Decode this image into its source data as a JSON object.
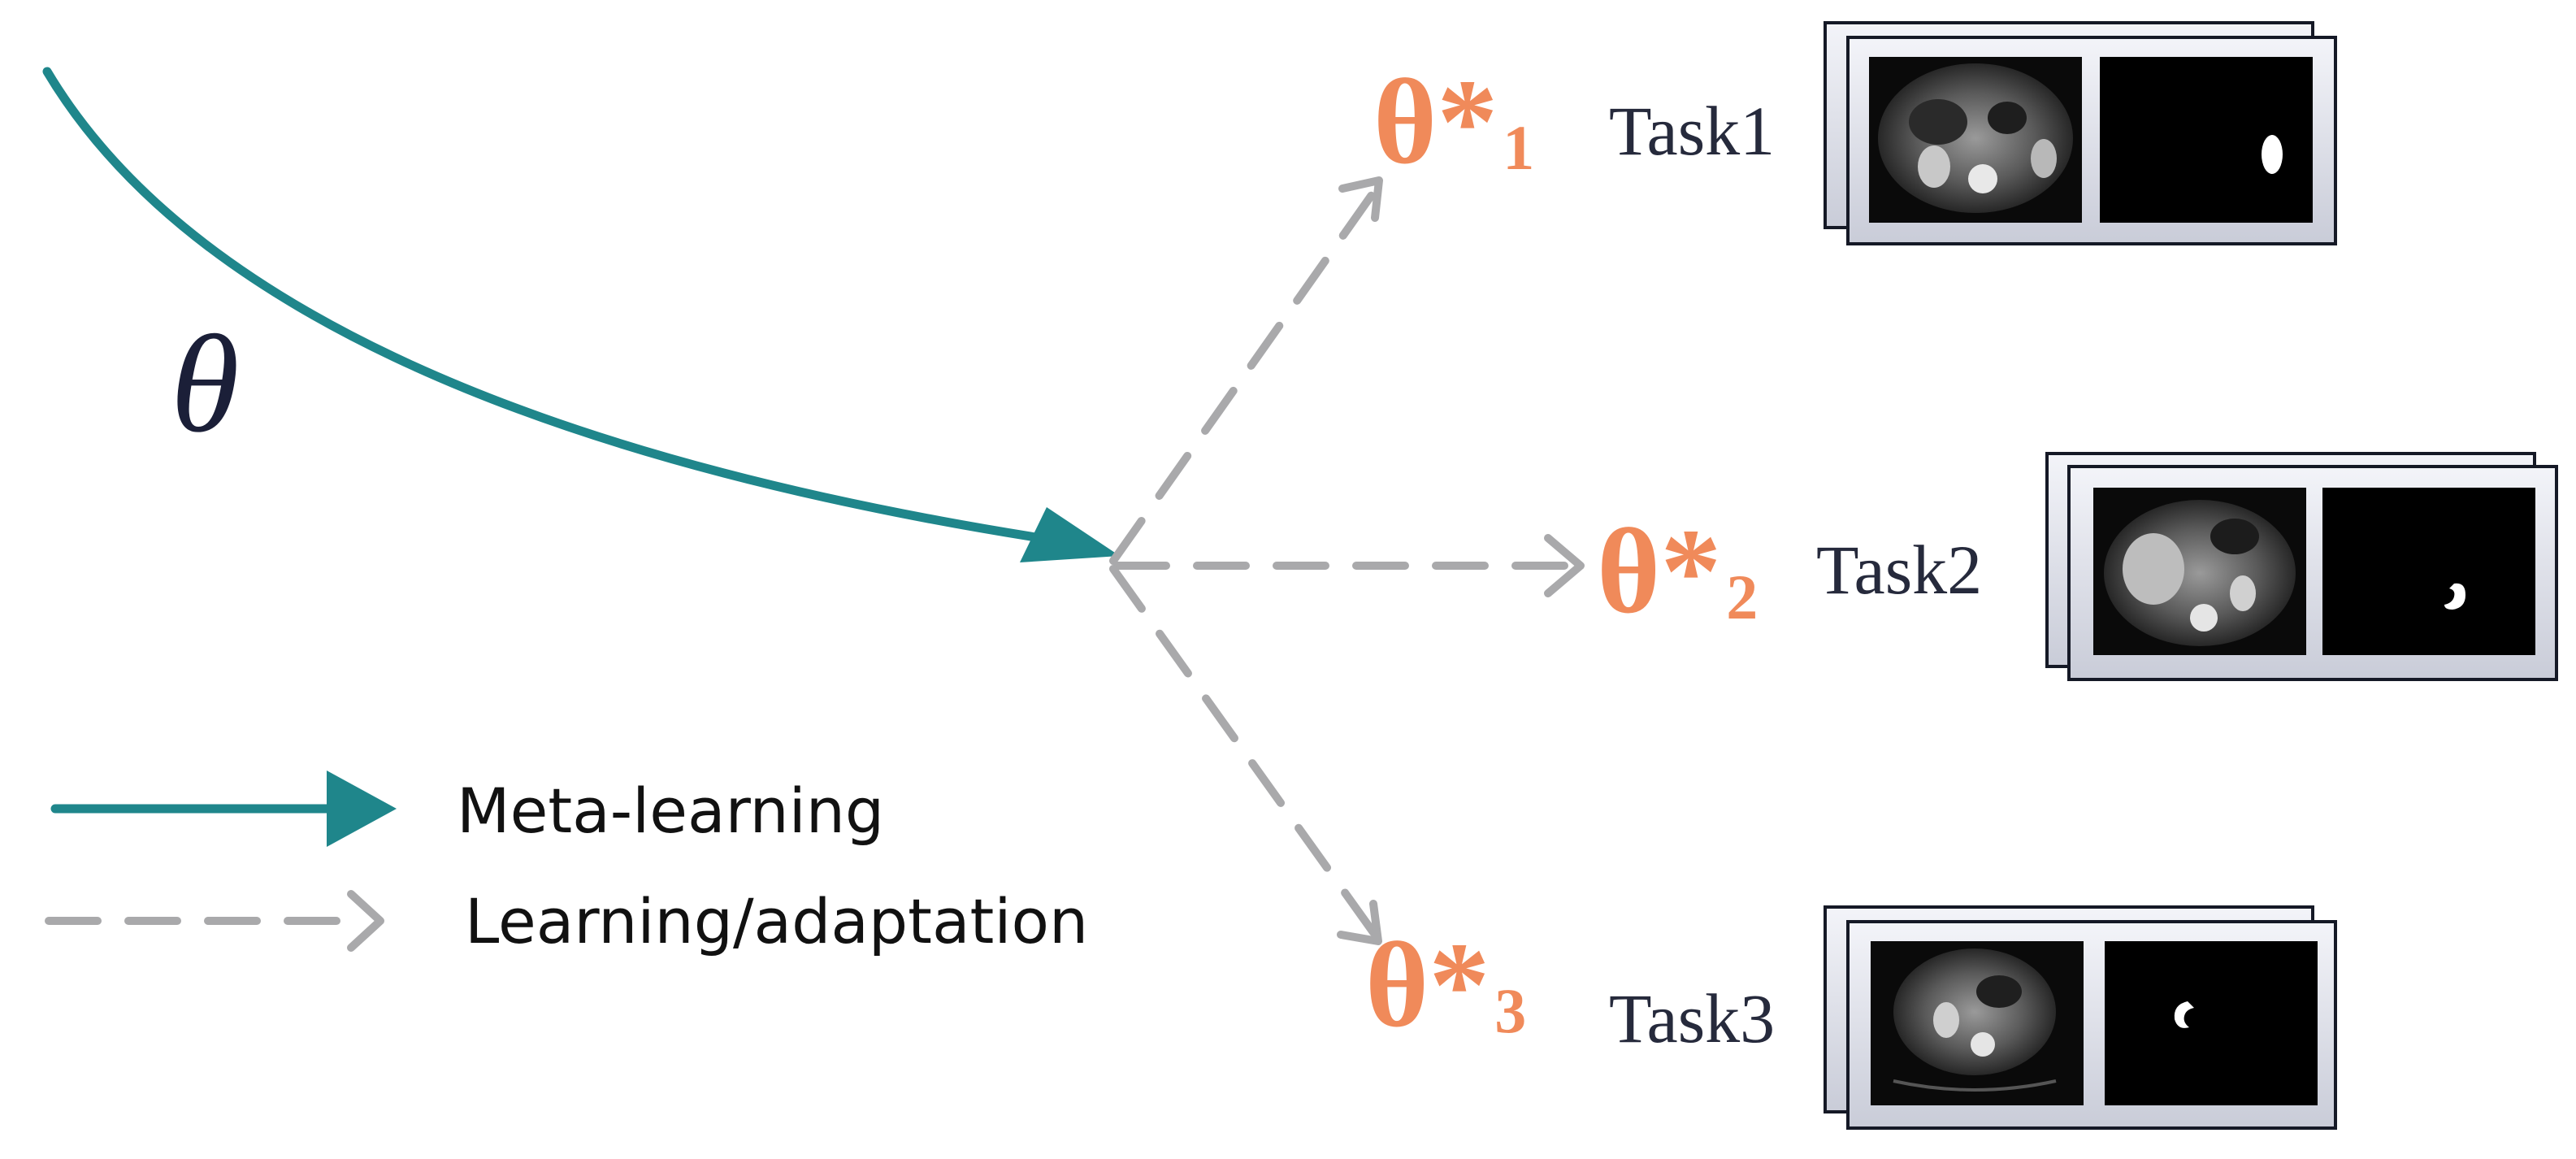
{
  "theta_label": "θ",
  "colors": {
    "meta": "#1f868b",
    "adapt": "#a9a9ab",
    "theta_star": "#f08a5a",
    "theta": "#1b1f38",
    "frame_fill": "#eef0f6",
    "frame_stroke": "#151926",
    "image_bg": "#000000"
  },
  "tasks": [
    {
      "theta_base": "θ*",
      "theta_sub": "1",
      "label": "Task1"
    },
    {
      "theta_base": "θ*",
      "theta_sub": "2",
      "label": "Task2"
    },
    {
      "theta_base": "θ*",
      "theta_sub": "3",
      "label": "Task3"
    }
  ],
  "legend": {
    "meta_label": "Meta-learning",
    "adapt_label": "Learning/adaptation"
  }
}
